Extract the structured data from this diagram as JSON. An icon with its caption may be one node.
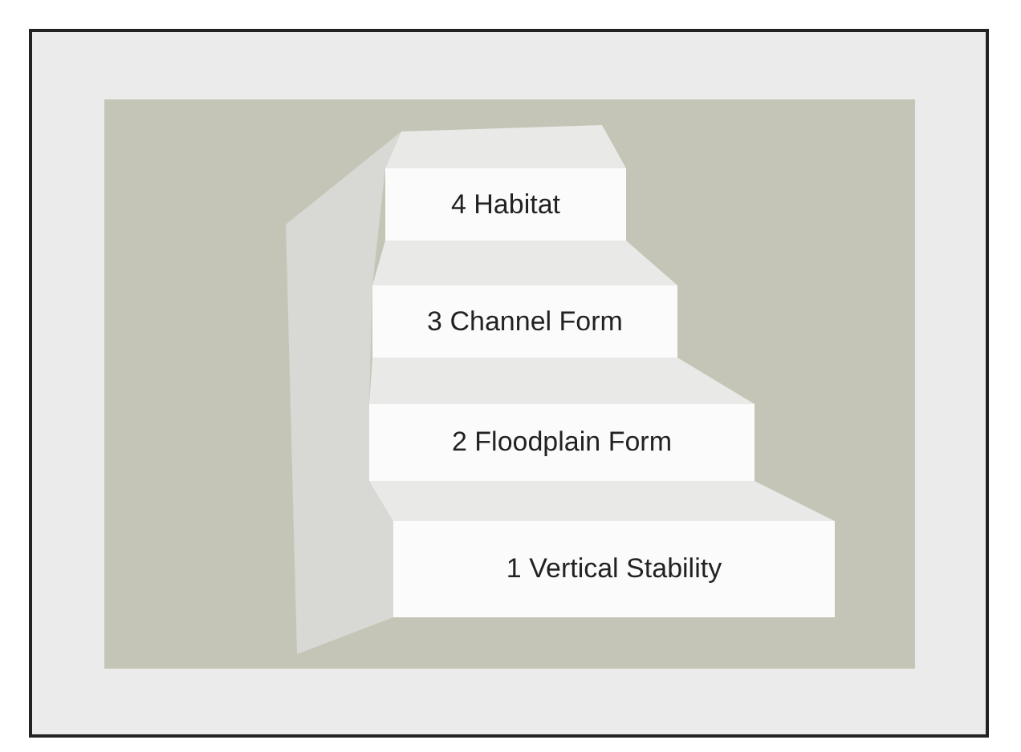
{
  "diagram": {
    "nodes": [
      {
        "text": [
          "4 Habitat"
        ]
      },
      {
        "text": [
          "3 Channel Form"
        ]
      },
      {
        "text": [
          "2 Floodplain Form"
        ]
      },
      {
        "text": [
          "1 Vertical Stability"
        ]
      }
    ]
  }
}
